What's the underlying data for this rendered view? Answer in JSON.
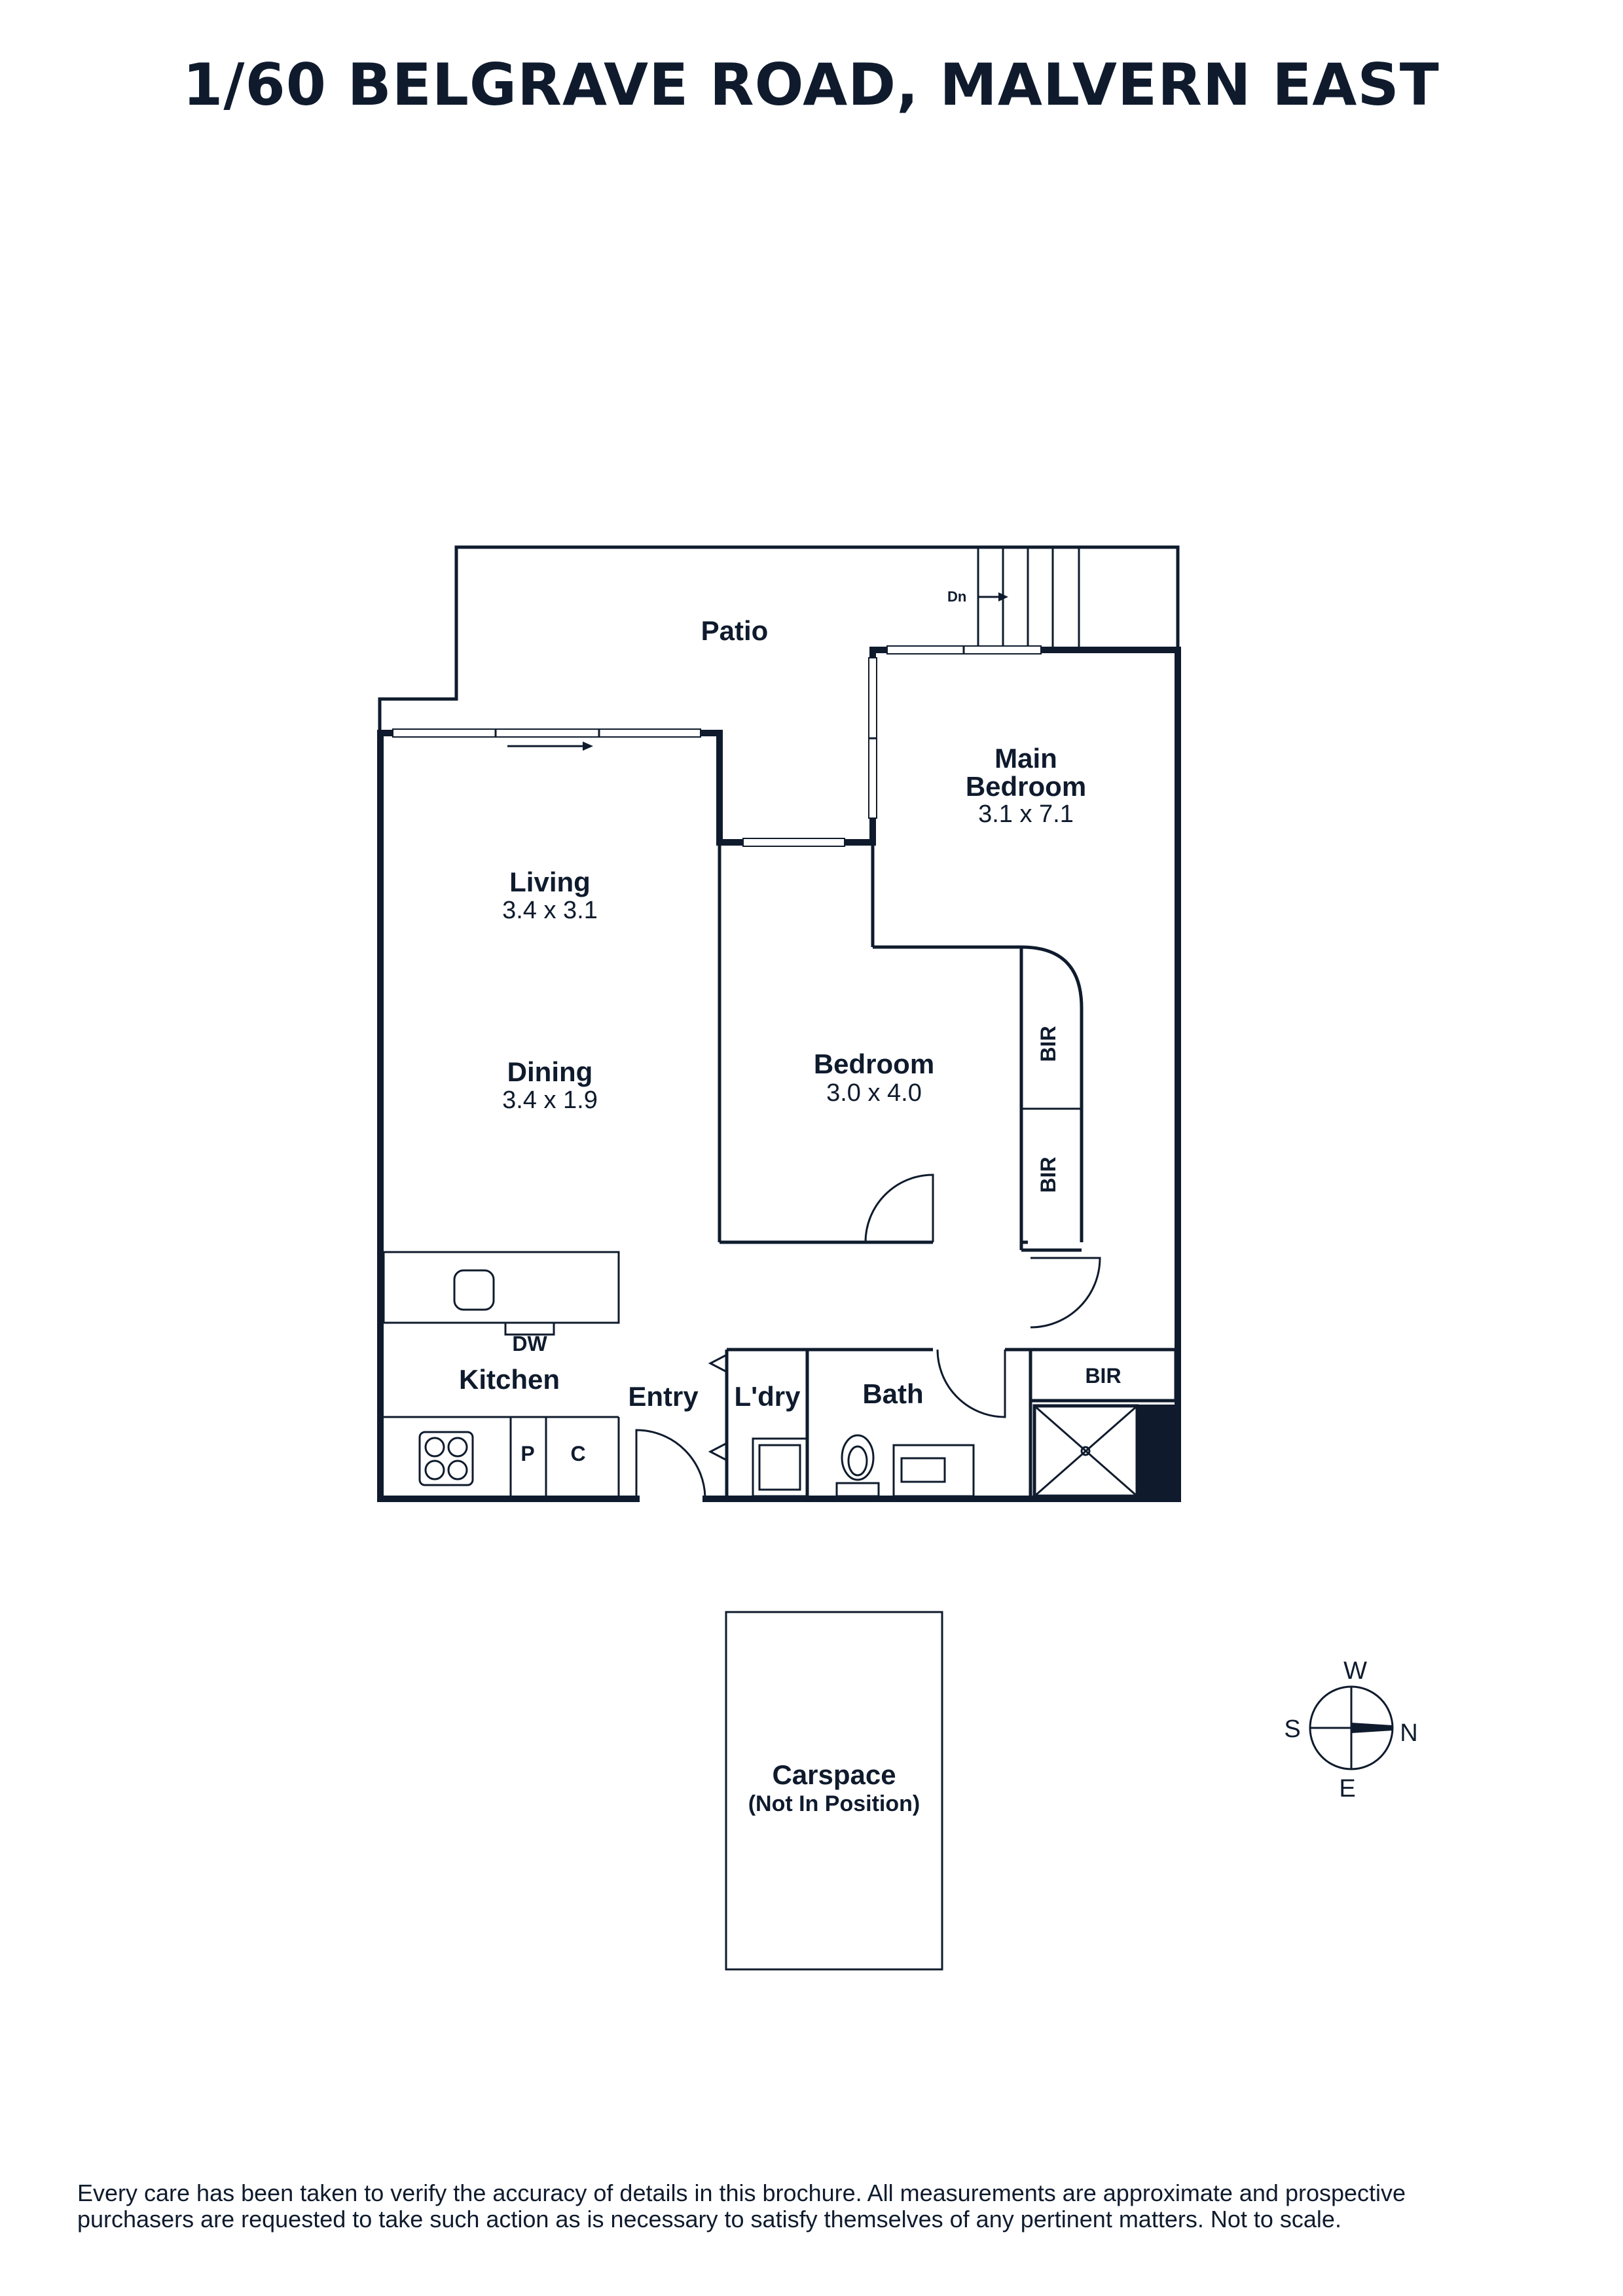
{
  "title": "1/60 BELGRAVE ROAD, MALVERN EAST",
  "rooms": {
    "patio": {
      "name": "Patio"
    },
    "stairs": {
      "label": "Dn"
    },
    "main_bedroom": {
      "name_line1": "Main",
      "name_line2": "Bedroom",
      "dims": "3.1 x 7.1"
    },
    "living": {
      "name": "Living",
      "dims": "3.4 x 3.1"
    },
    "dining": {
      "name": "Dining",
      "dims": "3.4 x 1.9"
    },
    "bedroom": {
      "name": "Bedroom",
      "dims": "3.0 x 4.0"
    },
    "bir_1": {
      "name": "BIR"
    },
    "bir_2": {
      "name": "BIR"
    },
    "bir_3": {
      "name": "BIR"
    },
    "kitchen": {
      "name": "Kitchen",
      "dishwasher": "DW",
      "pantry": "P",
      "cupboard": "C"
    },
    "entry": {
      "name": "Entry"
    },
    "laundry": {
      "name": "L'dry"
    },
    "bath": {
      "name": "Bath"
    },
    "carspace": {
      "name": "Carspace",
      "note": "(Not In Position)"
    }
  },
  "compass": {
    "north": "N",
    "south": "S",
    "east": "E",
    "west": "W"
  },
  "disclaimer": {
    "line1": "Every care has been taken to verify the accuracy of details in this brochure. All measurements are approximate and prospective",
    "line2": "purchasers are requested to take such action as is necessary to satisfy themselves of any pertinent matters. Not to scale."
  },
  "colors": {
    "ink": "#0f1b2d",
    "background": "#ffffff"
  }
}
